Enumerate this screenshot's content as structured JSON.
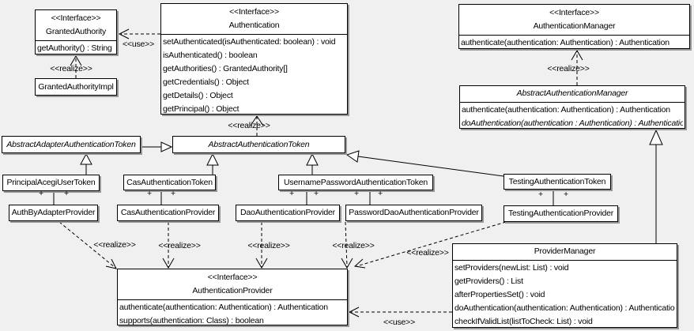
{
  "labels": {
    "use": "<<use>>",
    "realize": "<<realize>>",
    "plus": "+"
  },
  "classes": [
    {
      "stereotype": "<<Interface>>",
      "name": "GrantedAuthority",
      "methods": [
        "getAuthority() : String"
      ]
    },
    {
      "name": "GrantedAuthorityImpl"
    },
    {
      "stereotype": "<<Interface>>",
      "name": "Authentication",
      "methods": [
        "setAuthenticated(isAuthenticated: boolean) : void",
        "isAuthenticated() : boolean",
        "getAuthorities() : GrantedAuthority[]",
        "getCredentials() : Object",
        "getDetails() : Object",
        "getPrincipal() : Object"
      ]
    },
    {
      "stereotype": "<<Interface>>",
      "name": "AuthenticationManager",
      "methods": [
        "authenticate(authentication: Authentication) : Authentication"
      ]
    },
    {
      "name": "AbstractAuthenticationManager",
      "abstract": true,
      "methods": [
        "authenticate(authentication: Authentication) : Authentication",
        "doAuthentication(authentication : Authentication) : Authentication"
      ]
    },
    {
      "name": "AbstractAdapterAuthenticationToken",
      "abstract": true
    },
    {
      "name": "AbstractAuthenticationToken",
      "abstract": true
    },
    {
      "name": "PrincipalAcegiUserToken"
    },
    {
      "name": "CasAuthenticationToken"
    },
    {
      "name": "UsernamePasswordAuthenticationToken"
    },
    {
      "name": "TestingAuthenticationToken"
    },
    {
      "name": "AuthByAdapterProvider"
    },
    {
      "name": "CasAuthenticationProvider"
    },
    {
      "name": "DaoAuthenticationProvider"
    },
    {
      "name": "PasswordDaoAuthenticationProvider"
    },
    {
      "name": "TestingAuthenticationProvider"
    },
    {
      "stereotype": "<<Interface>>",
      "name": "AuthenticationProvider",
      "methods": [
        "authenticate(authentication: Authentication) : Authentication",
        "supports(authentication: Class) : boolean"
      ]
    },
    {
      "name": "ProviderManager",
      "methods": [
        "setProviders(newList: List) : void",
        "getProviders() : List",
        "afterPropertiesSet() : void",
        "doAuthentication(authentication: Authentication) : Authentication",
        "checkIfValidList(listToCheck: List) : void"
      ]
    }
  ]
}
